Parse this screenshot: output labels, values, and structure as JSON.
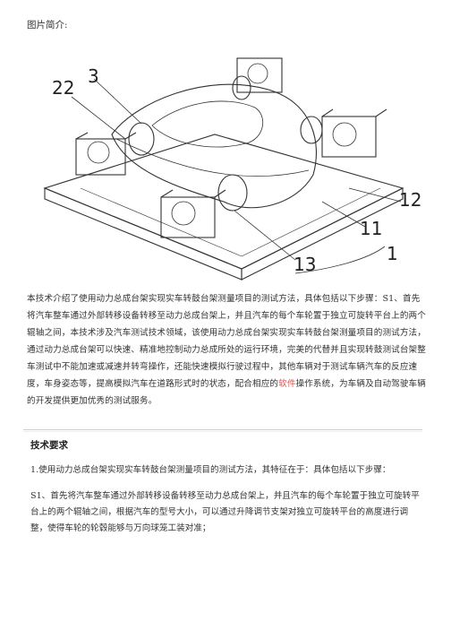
{
  "caption": "图片简介:",
  "figure": {
    "callouts": [
      "22",
      "3",
      "12",
      "11",
      "13",
      "1"
    ]
  },
  "intro": {
    "before": "本技术介绍了使用动力总成台架实现实车转鼓台架测量项目的测试方法，具体包括以下步骤：S1、首先将汽车整车通过外部转移设备转移至动力总成台架上，并且汽车的每个车轮置于独立可旋转平台上的两个辊轴之间，本技术涉及汽车测试技术领域，该使用动力总成台架实现实车转鼓台架测量项目的测试方法，通过动力总成台架可以快速、精准地控制动力总成所处的运行环境，完美的代替并且实现转鼓测试台架整车测试中不能加速或减速并转弯操作，还能快速模拟行驶过程中，其他车辆对于测试车辆汽车的反应速度，车身姿态等，提高模拟汽车在道路形式时的状态，配合相应的",
    "highlight": "软件",
    "after": "操作系统，为车辆及自动驾驶车辆的开发提供更加优秀的测试服务。"
  },
  "section": {
    "title": "技术要求",
    "claim": "1.使用动力总成台架实现实车转鼓台架测量项目的测试方法，其特征在于：具体包括以下步骤：",
    "step": "S1、首先将汽车整车通过外部转移设备转移至动力总成台架上，并且汽车的每个车轮置于独立可旋转平台上的两个辊轴之间，根据汽车的型号大小，可以通过升降调节支架对独立可旋转平台的高度进行调整，使得车轮的轮毂能够与万向球笼工装对准；"
  }
}
